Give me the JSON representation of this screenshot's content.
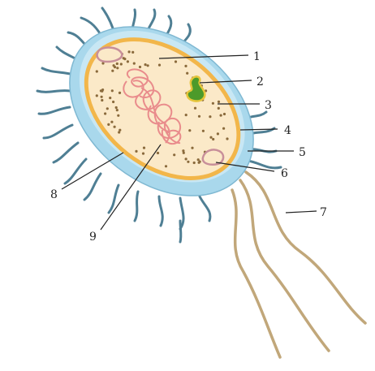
{
  "labels": {
    "n1": "1",
    "n2": "2",
    "n3": "3",
    "n4": "4",
    "n5": "5",
    "n6": "6",
    "n7": "7",
    "n8": "8",
    "n9": "9"
  },
  "colors": {
    "cell_wall": "#a9d8ec",
    "membrane": "#f2b64a",
    "cytoplasm": "#fbe9c8",
    "ribosome": "#8a6a3c",
    "nucleoid": "#e98c8c",
    "pili": "#4f7f94",
    "flagellum": "#c1a77a",
    "inclusion_green": "#4c9a2a",
    "vacuole": "#d9a5ad"
  }
}
